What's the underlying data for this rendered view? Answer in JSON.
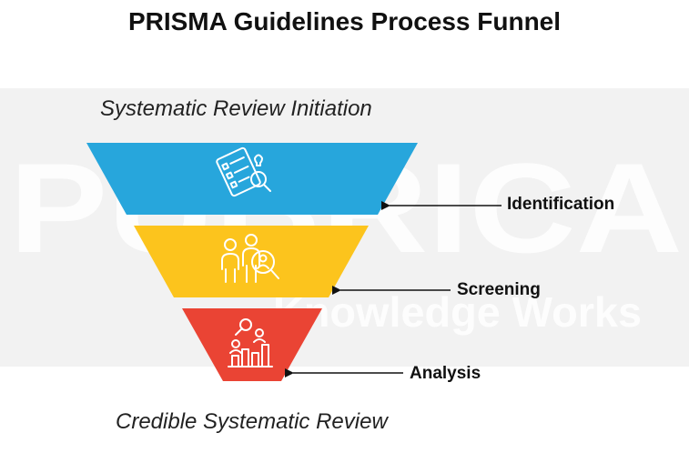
{
  "title": "PRISMA Guidelines Process Funnel",
  "top_caption": "Systematic Review Initiation",
  "bottom_caption": "Credible Systematic Review",
  "watermark": {
    "brand": "PUBRICA",
    "tagline": "Knowledge Works"
  },
  "stages": [
    {
      "label": "Identification",
      "color": "#27a6dc",
      "icon": "checklist-search-icon"
    },
    {
      "label": "Screening",
      "color": "#fcc41d",
      "icon": "people-search-icon"
    },
    {
      "label": "Analysis",
      "color": "#ea4434",
      "icon": "chart-search-icon"
    }
  ]
}
